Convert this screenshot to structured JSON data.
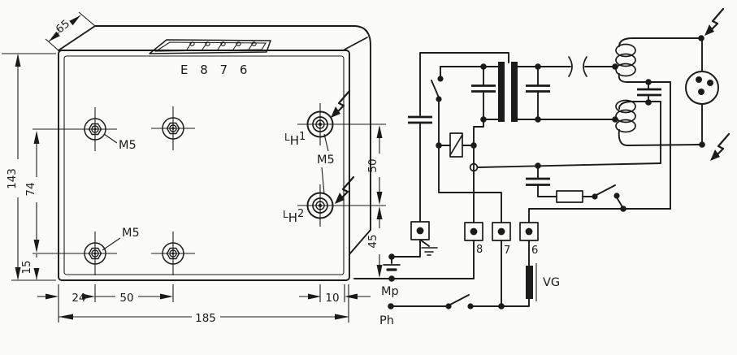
{
  "figure": {
    "device_label": "E 8 7 6",
    "dims": {
      "depth": "65",
      "height": "143",
      "hole_spacing_v": "74",
      "bottom_offset": "15",
      "left_offset": "24",
      "hole_spacing_h": "50",
      "width": "185",
      "hv_spacing": "50",
      "hv_bottom": "45",
      "hv_right": "10"
    },
    "thread_labels": {
      "top_left": "M5",
      "bottom_left": "M5",
      "hv": "M5"
    },
    "hv_terminal_1": {
      "main": "L",
      "sub": "H",
      "index": "1"
    },
    "hv_terminal_2": {
      "main": "L",
      "sub": "H",
      "index": "2"
    },
    "schematic": {
      "terminal_8": "8",
      "terminal_7": "7",
      "terminal_6": "6",
      "neutral": "Mp",
      "phase": "Ph",
      "component_vg": "VG"
    },
    "colors": {
      "ink": "#1b1b1b",
      "paper": "#fbfbfa"
    }
  }
}
